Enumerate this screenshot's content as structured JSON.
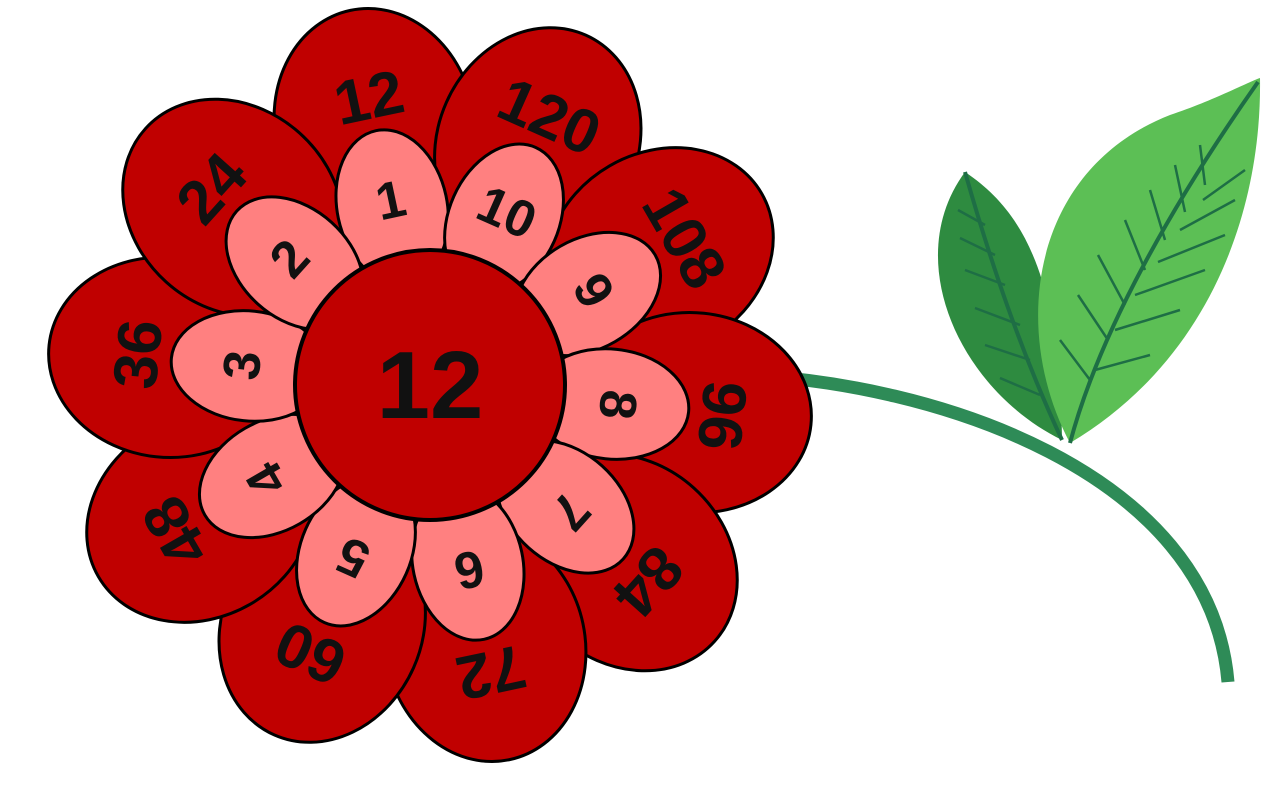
{
  "center_number": "12",
  "inner_petals": [
    "1",
    "10",
    "9",
    "8",
    "7",
    "6",
    "5",
    "4",
    "3",
    "2"
  ],
  "outer_petals": [
    "12",
    "120",
    "108",
    "96",
    "84",
    "72",
    "60",
    "48",
    "36",
    "24"
  ],
  "colors": {
    "outer_petal": "#c00000",
    "inner_petal": "#ff8080",
    "center": "#c00000",
    "stem": "#2e8b57",
    "leaf_light": "#5cbf55",
    "leaf_dark": "#2e8b40",
    "leaf_vein": "#1e6e45"
  }
}
